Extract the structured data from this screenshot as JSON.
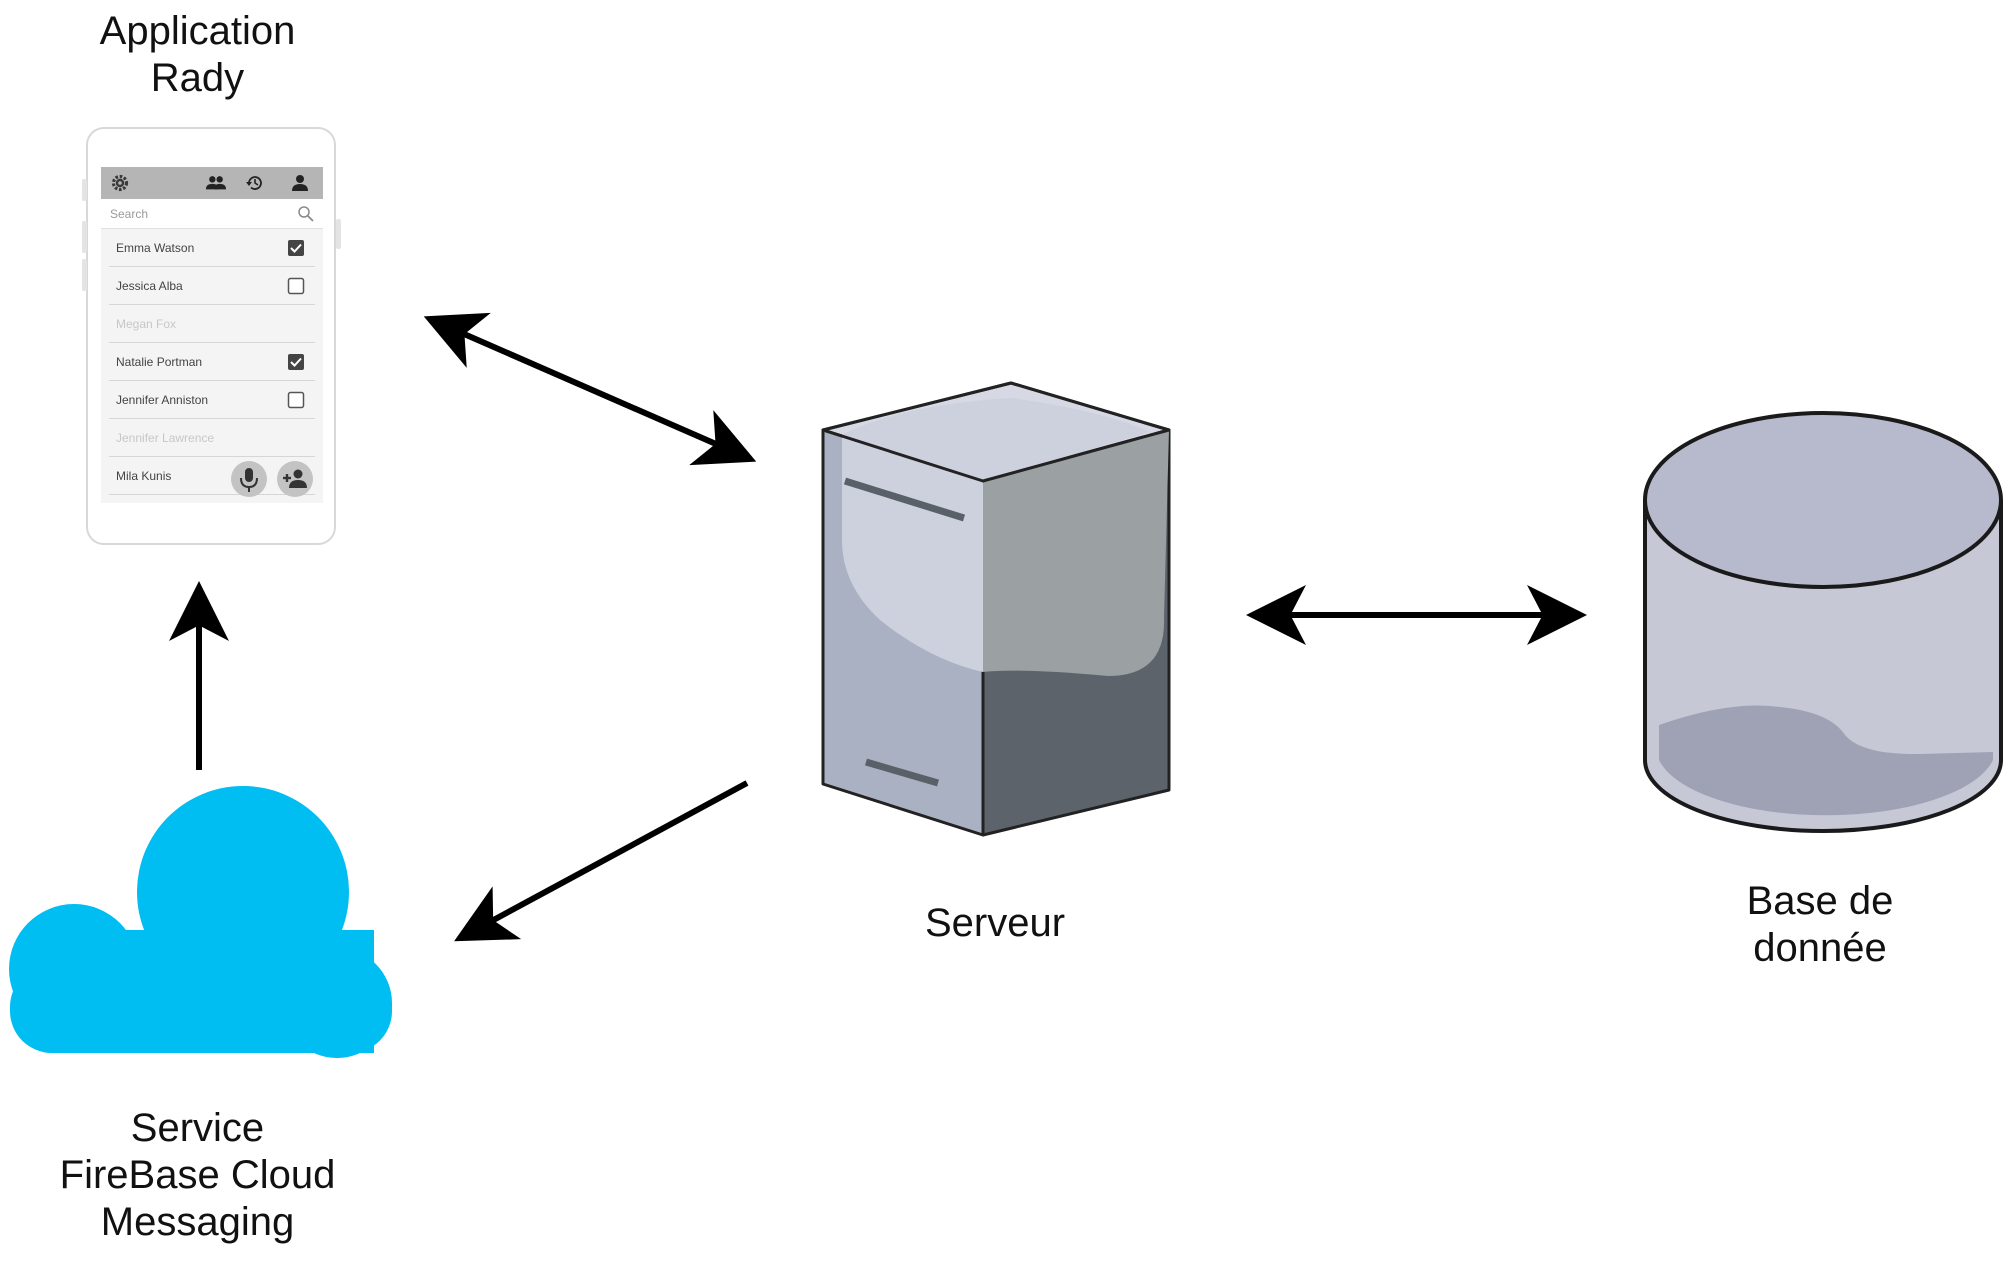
{
  "nodes": {
    "app": {
      "label_line1": "Application",
      "label_line2": "Rady"
    },
    "fcm": {
      "label_line1": "Service",
      "label_line2": "FireBase Cloud",
      "label_line3": "Messaging",
      "color": "#00bdf2"
    },
    "server": {
      "label": "Serveur"
    },
    "database": {
      "label_line1": "Base de",
      "label_line2": "donnée"
    }
  },
  "phone_app": {
    "toolbar_icons": [
      "gear-icon",
      "people-icon",
      "history-icon",
      "person-icon"
    ],
    "search_placeholder": "Search",
    "contacts": [
      {
        "name": "Emma Watson",
        "checked": true,
        "enabled": true
      },
      {
        "name": "Jessica Alba",
        "checked": false,
        "enabled": true
      },
      {
        "name": "Megan Fox",
        "checked": false,
        "enabled": false
      },
      {
        "name": "Natalie Portman",
        "checked": true,
        "enabled": true
      },
      {
        "name": "Jennifer Anniston",
        "checked": false,
        "enabled": true
      },
      {
        "name": "Jennifer Lawrence",
        "checked": false,
        "enabled": false
      },
      {
        "name": "Mila Kunis",
        "checked": false,
        "enabled": true
      }
    ],
    "fab_icons": [
      "microphone-icon",
      "add-person-icon"
    ]
  },
  "edges": [
    {
      "from": "app",
      "to": "server",
      "direction": "bidirectional"
    },
    {
      "from": "server",
      "to": "database",
      "direction": "bidirectional"
    },
    {
      "from": "server",
      "to": "fcm",
      "direction": "one-way"
    },
    {
      "from": "fcm",
      "to": "app",
      "direction": "one-way"
    }
  ],
  "colors": {
    "arrow": "#000000",
    "server_light": "#d4d8e3",
    "server_mid": "#a9b0c1",
    "server_dark": "#5d636b",
    "database_top": "#b9bdcf",
    "database_body": "#c6c8d6"
  }
}
